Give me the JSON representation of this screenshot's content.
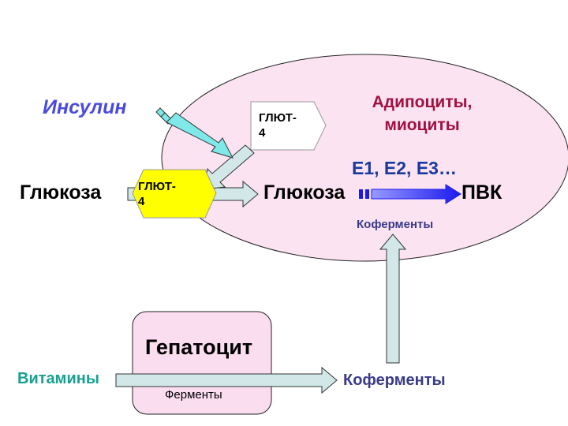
{
  "labels": {
    "insulin": "Инсулин",
    "cell_type": "Адипоциты,\nмиоциты",
    "glut4_inner": "ГЛЮТ-\n4",
    "glut4_membrane": "ГЛЮТ-\n4",
    "glucose_outside": "Глюкоза",
    "glucose_inside": "Глюкоза",
    "pvk": "ПВК",
    "enzymes": "Е1, Е2, Е3…",
    "coenzymes_cell": "Коферменты",
    "hepatocyte": "Гепатоцит",
    "vitamins": "Витамины",
    "hepatocyte_enzymes": "Ферменты",
    "coenzymes_product": "Коферменты"
  },
  "colors": {
    "cell_fill": "#FBE3F1",
    "hepatocyte_fill": "#FBDDF0",
    "arrow_fill": "#D2E8E8",
    "insulin_arrow_fill": "#7FE8E8",
    "glut_yellow": "#FFFF00",
    "blue_arrow": "#1A1AEE",
    "insulin_text": "#4A4AE0",
    "cell_type_text": "#A01040",
    "enzymes_text": "#1A3AA0",
    "coenzymes_text": "#3A3A8A",
    "vitamins_text": "#1AA090"
  }
}
